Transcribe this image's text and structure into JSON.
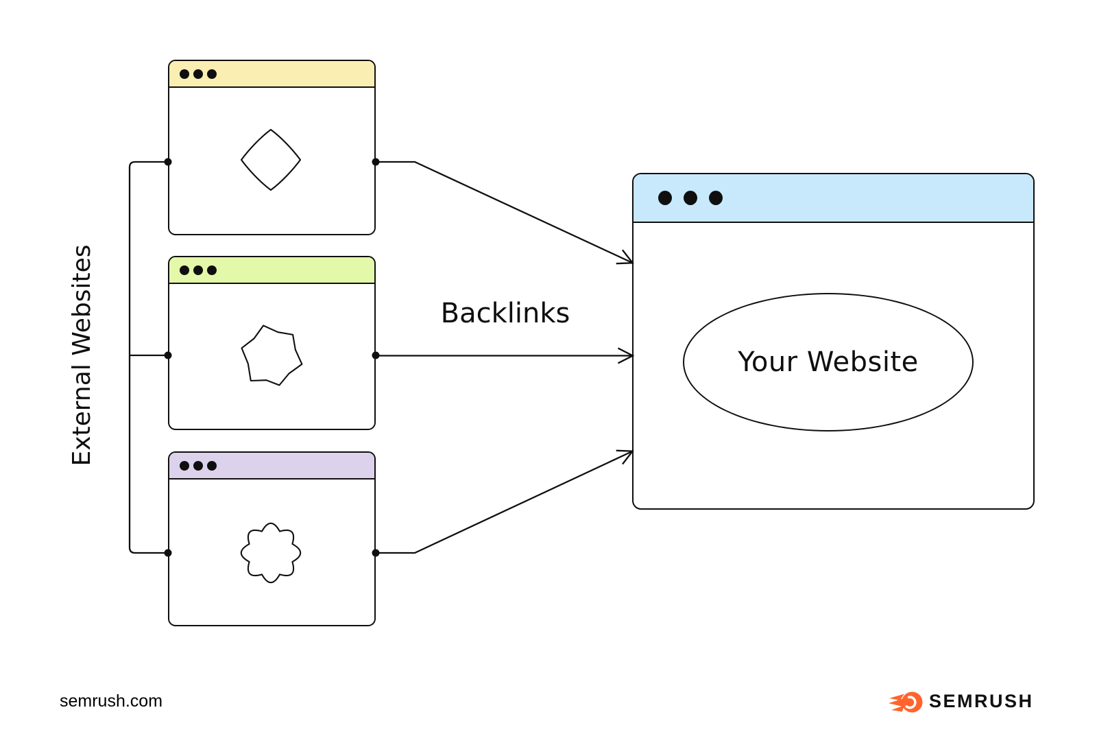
{
  "diagram": {
    "group_label": "External Websites",
    "arrows_label": "Backlinks",
    "external_windows": [
      {
        "id": "external-website-1",
        "header_color": "#FBEEB2",
        "content_shape": "diamond-blob"
      },
      {
        "id": "external-website-2",
        "header_color": "#E4F8A9",
        "content_shape": "star-blob"
      },
      {
        "id": "external-website-3",
        "header_color": "#DCD2EC",
        "content_shape": "flower-blob"
      }
    ],
    "target_window": {
      "label": "Your Website",
      "header_color": "#C8E9FB"
    }
  },
  "footer": {
    "source_text": "semrush.com",
    "brand": {
      "name": "SEMRUSH",
      "color": "#FF642D",
      "icon": "semrush-flame-icon"
    }
  },
  "style": {
    "line_color": "#0f0f0f",
    "background": "#FFFFFF"
  }
}
